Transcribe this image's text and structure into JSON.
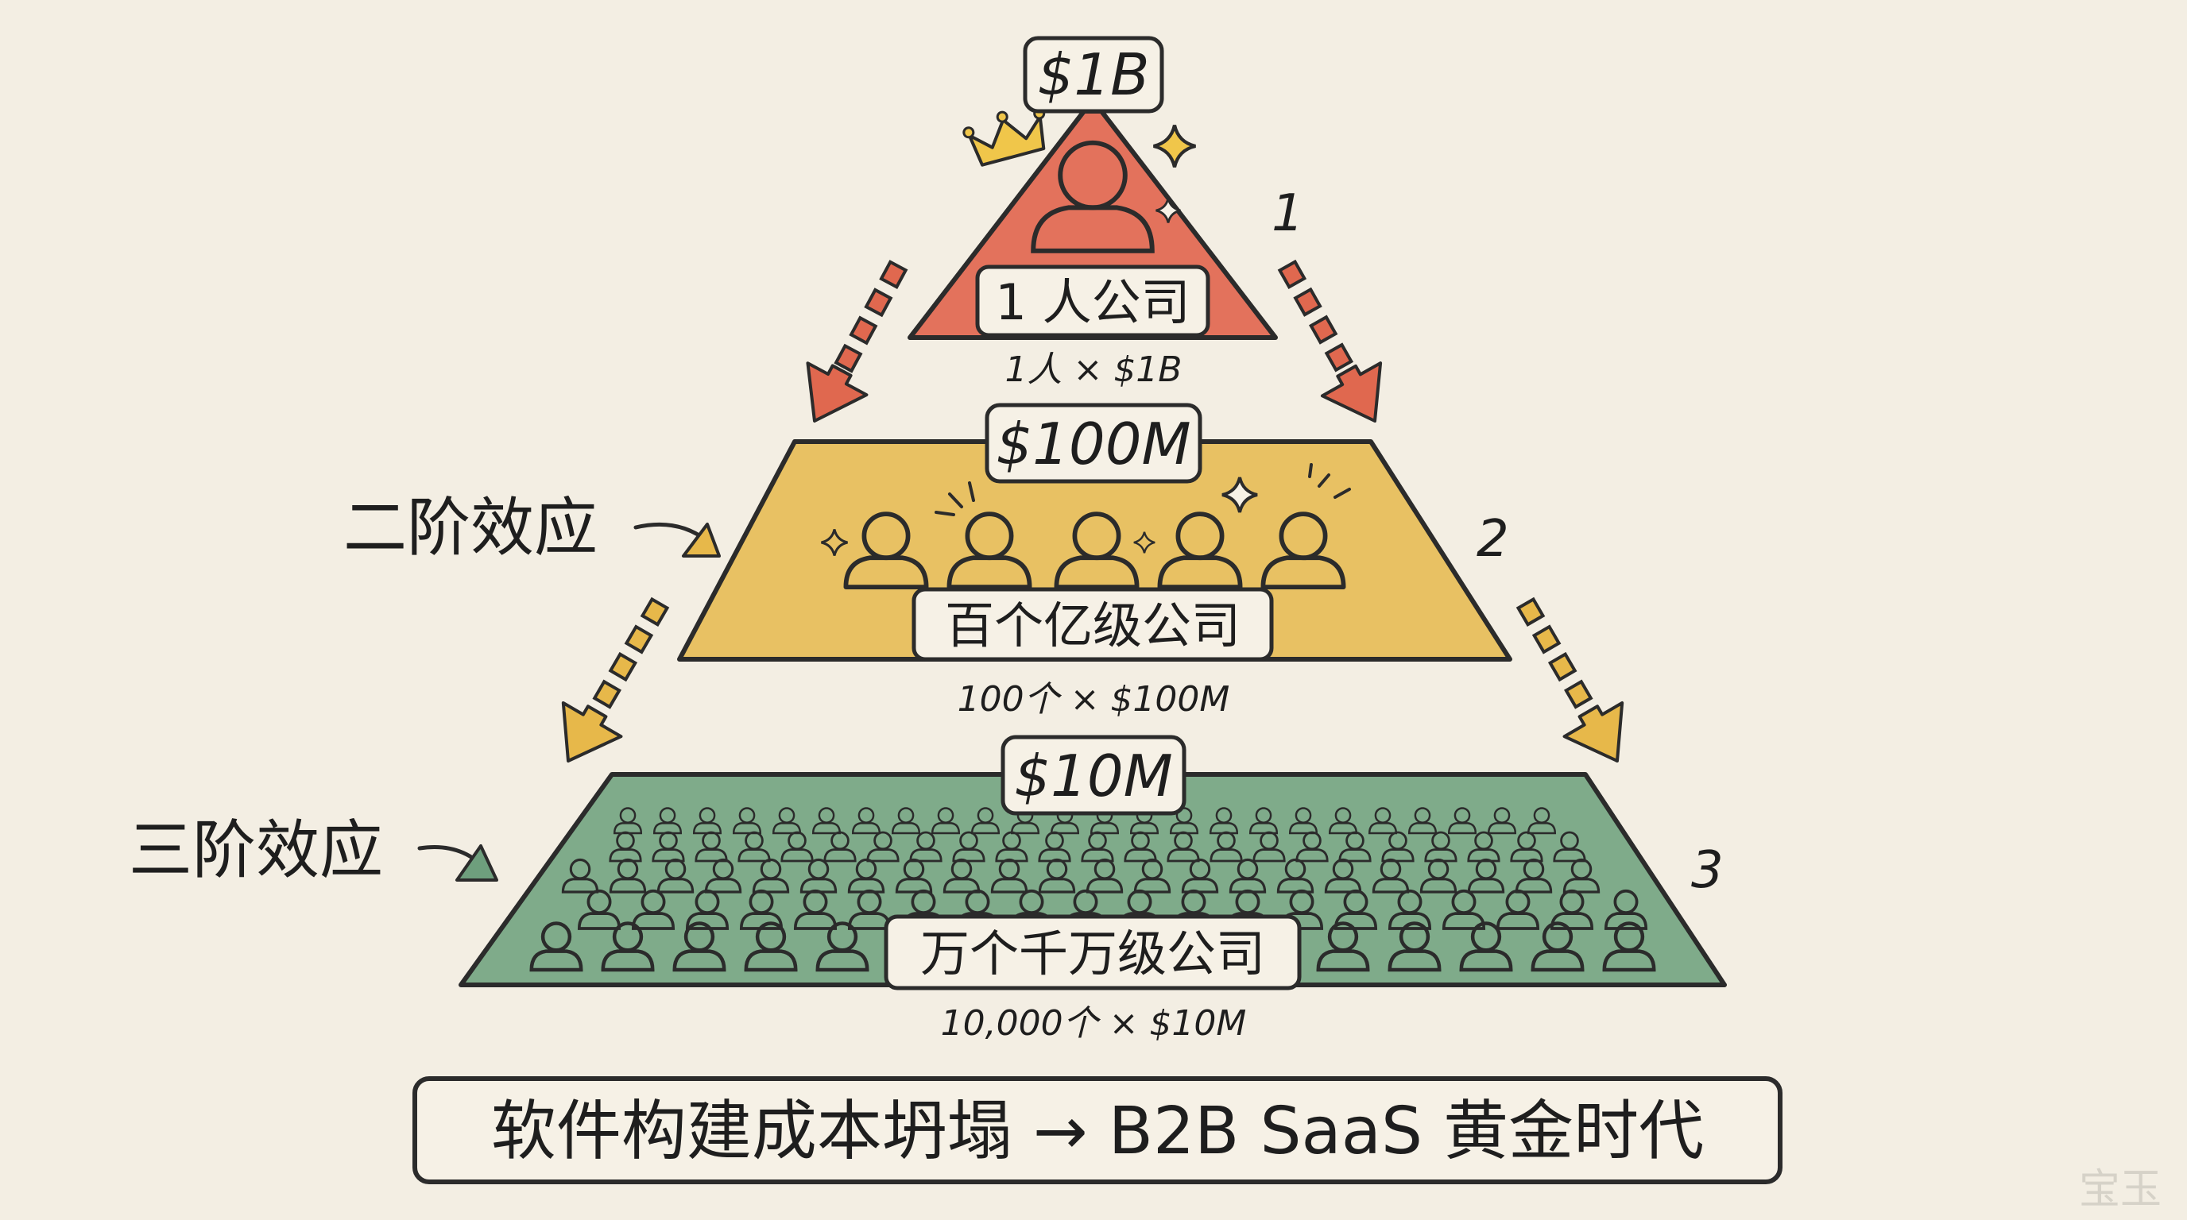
{
  "tiers": [
    {
      "level": "1",
      "price": "$1B",
      "name": "1 人公司",
      "formula": "1人 × $1B",
      "color": "#e3725c"
    },
    {
      "level": "2",
      "price": "$100M",
      "name": "百个亿级公司",
      "formula": "100个 × $100M",
      "color": "#e8c163"
    },
    {
      "level": "3",
      "price": "$10M",
      "name": "万个千万级公司",
      "formula": "10,000个 × $10M",
      "color": "#7fab8a"
    }
  ],
  "effects": {
    "second": "二阶效应",
    "third": "三阶效应"
  },
  "banner": "软件构建成本坍塌 → B2B SaaS 黄金时代",
  "signature": "宝玉",
  "colors": {
    "outline": "#2b2b2b",
    "background": "#f3eee3",
    "red_arrow": "#e0684f",
    "yellow_arrow": "#e7b84a",
    "green_arrow": "#6e9f7d"
  },
  "icons": [
    "crown-icon",
    "person-icon",
    "sparkle-icon",
    "arrow-icon"
  ]
}
